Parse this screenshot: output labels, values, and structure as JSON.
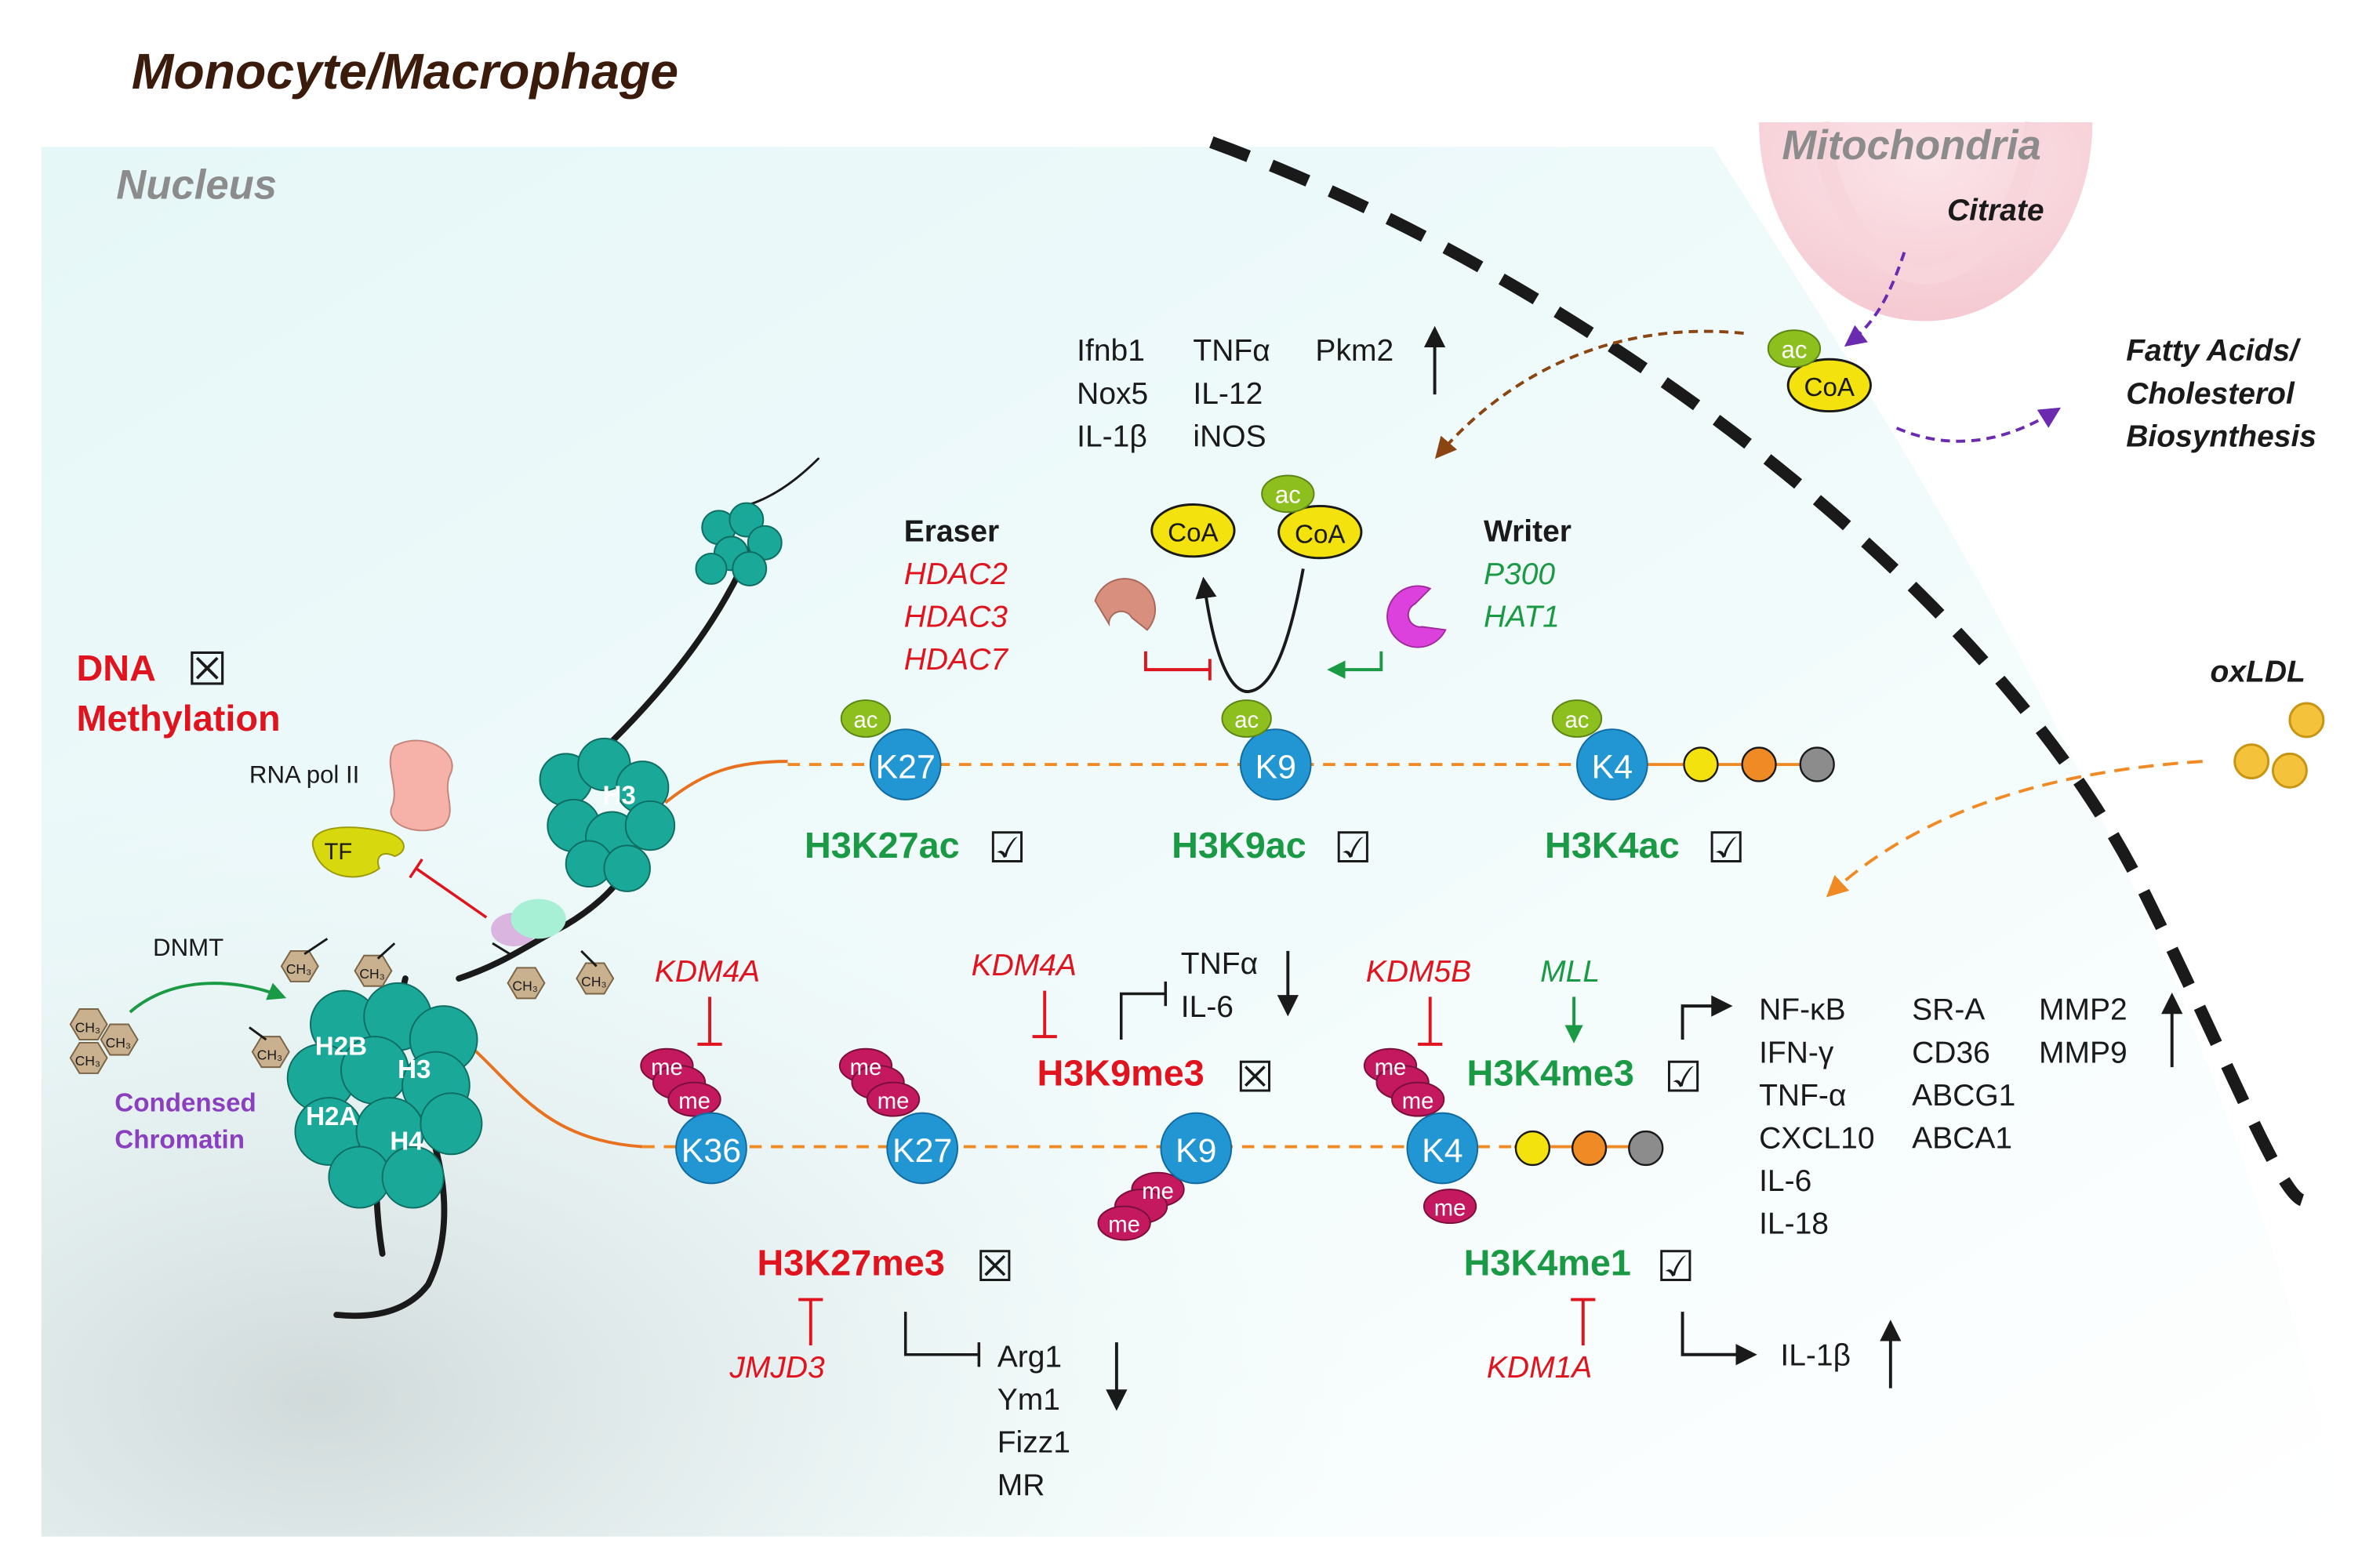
{
  "title": "Monocyte/Macrophage",
  "compartments": {
    "nucleus": "Nucleus",
    "mitochondria": "Mitochondria"
  },
  "mito": {
    "citrate": "Citrate",
    "ac": "ac",
    "coa": "CoA"
  },
  "lipid_synthesis": [
    "Fatty Acids/",
    "Cholesterol",
    "Biosynthesis"
  ],
  "oxldl": "oxLDL",
  "dna_methylation": {
    "line1": "DNA",
    "line2": "Methylation",
    "status": "☒"
  },
  "chromatin": {
    "rna_pol": "RNA pol II",
    "tf": "TF",
    "dnmt": "DNMT",
    "ch3": "CH₃",
    "condensed": [
      "Condensed",
      "Chromatin"
    ],
    "histones": [
      "H2B",
      "H3",
      "H2A",
      "H4"
    ],
    "h3_label": "H3"
  },
  "acetyl_genes": {
    "col1": [
      "Ifnb1",
      "Nox5",
      "IL-1β"
    ],
    "col2": [
      "TNFα",
      "IL-12",
      "iNOS"
    ],
    "col3": [
      "Pkm2"
    ]
  },
  "eraser": {
    "title": "Eraser",
    "items": [
      "HDAC2",
      "HDAC3",
      "HDAC7"
    ]
  },
  "writer": {
    "title": "Writer",
    "items": [
      "P300",
      "HAT1"
    ]
  },
  "acetylation": {
    "ac": "ac",
    "residues": [
      "K27",
      "K9",
      "K4"
    ],
    "marks": [
      {
        "name": "H3K27ac",
        "status": "☑"
      },
      {
        "name": "H3K9ac",
        "status": "☑"
      },
      {
        "name": "H3K4ac",
        "status": "☑"
      }
    ]
  },
  "methylation": {
    "me": "me",
    "residues": [
      "K36",
      "K27",
      "K9",
      "K4"
    ],
    "enzymes": {
      "kdm4a_1": "KDM4A",
      "kdm4a_2": "KDM4A",
      "kdm5b": "KDM5B",
      "mll": "MLL",
      "jmjd3": "JMJD3",
      "kdm1a": "KDM1A"
    },
    "marks": {
      "h3k9me3": {
        "name": "H3K9me3",
        "status": "☒"
      },
      "h3k4me3": {
        "name": "H3K4me3",
        "status": "☑"
      },
      "h3k27me3": {
        "name": "H3K27me3",
        "status": "☒"
      },
      "h3k4me1": {
        "name": "H3K4me1",
        "status": "☑"
      }
    }
  },
  "h3k9me3_genes": [
    "TNFα",
    "IL-6"
  ],
  "h3k4me3_genes": {
    "col1": [
      "NF-κB",
      "IFN-γ",
      "TNF-α",
      "CXCL10",
      "IL-6",
      "IL-18"
    ],
    "col2": [
      "SR-A",
      "CD36",
      "ABCG1",
      "ABCA1"
    ],
    "col3": [
      "MMP2",
      "MMP9"
    ]
  },
  "h3k27me3_genes": [
    "Arg1",
    "Ym1",
    "Fizz1",
    "MR"
  ],
  "h3k4me1_genes": [
    "IL-1β"
  ],
  "colors": {
    "teal": "#1aa898",
    "blue": "#2196d3",
    "acGreen": "#8dc01f",
    "meMagenta": "#c4195f",
    "red": "#e0141e",
    "green": "#1a9a44",
    "orange": "#f08a24"
  }
}
